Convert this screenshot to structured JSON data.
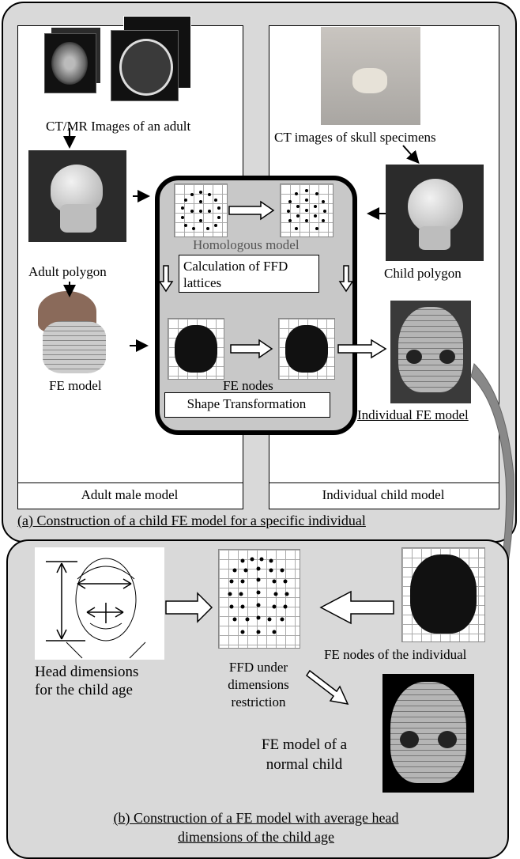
{
  "panel_a": {
    "adult_box": {
      "images_label": "CT/MR Images of an adult",
      "polygon_label": "Adult polygon",
      "fe_label": "FE model",
      "footer": "Adult male model"
    },
    "child_box": {
      "specimen_label": "CT images of skull specimens",
      "polygon_label": "Child polygon",
      "fe_label": "Individual FE model",
      "footer": "Individual child model"
    },
    "center": {
      "homologous_label": "Homologous model",
      "ffd_label": "Calculation of FFD lattices",
      "nodes_label": "FE nodes",
      "shape_label": "Shape Transformation"
    },
    "caption": "(a) Construction of a child FE model for a specific individual"
  },
  "panel_b": {
    "head_label_1": "Head dimensions",
    "head_label_2": "for the child age",
    "ffd_label_1": "FFD under",
    "ffd_label_2": "dimensions",
    "ffd_label_3": "restriction",
    "nodes_label": "FE nodes of the individual",
    "normal_label_1": "FE model of a",
    "normal_label_2": "normal child",
    "caption_1": "(b) Construction of a FE model with average head",
    "caption_2": "dimensions of the child age"
  }
}
